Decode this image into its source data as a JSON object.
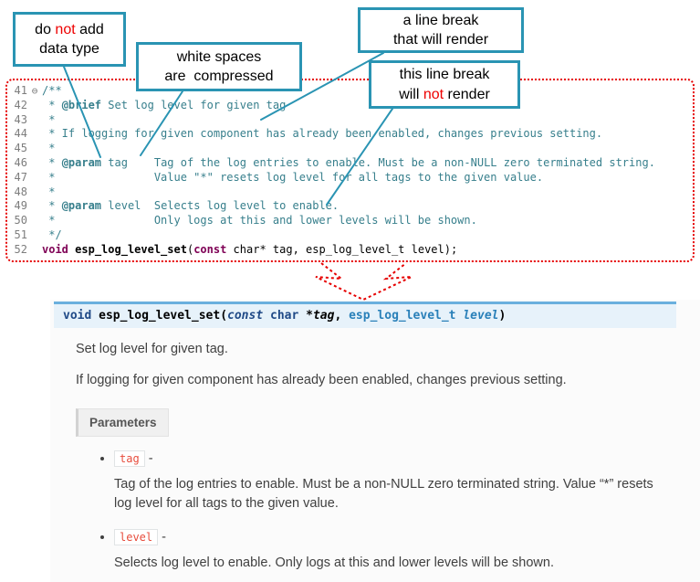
{
  "colors": {
    "callout_border": "#2a94b3",
    "annotation_red": "#e60000",
    "comment_teal": "#377f8c",
    "keyword_color": "#7f0055",
    "signature_background": "#e7f2fa",
    "signature_border": "#6ab0de",
    "parameter_code_red": "#e74c3c"
  },
  "callouts": {
    "no_datatype": {
      "pre": "do ",
      "red": "not",
      "post": " add\ndata type"
    },
    "whitespace": {
      "text": "white spaces\nare  compressed"
    },
    "break_render": {
      "text": "a line break\nthat will render"
    },
    "break_norender": {
      "pre": "this line break\nwill ",
      "red": "not",
      "post": " render"
    }
  },
  "editor": {
    "lines": [
      {
        "num": "41",
        "fold": "⊖",
        "segs": [
          {
            "c": "cmt",
            "t": "/**"
          }
        ]
      },
      {
        "num": "42",
        "fold": "",
        "segs": [
          {
            "c": "cmt",
            "t": " * "
          },
          {
            "c": "tag",
            "t": "@brief"
          },
          {
            "c": "cmt",
            "t": " Set log level for given tag"
          }
        ]
      },
      {
        "num": "43",
        "fold": "",
        "segs": [
          {
            "c": "cmt",
            "t": " *"
          }
        ]
      },
      {
        "num": "44",
        "fold": "",
        "segs": [
          {
            "c": "cmt",
            "t": " * If logging for given component has already been enabled, changes previous setting."
          }
        ]
      },
      {
        "num": "45",
        "fold": "",
        "segs": [
          {
            "c": "cmt",
            "t": " *"
          }
        ]
      },
      {
        "num": "46",
        "fold": "",
        "segs": [
          {
            "c": "cmt",
            "t": " * "
          },
          {
            "c": "tag",
            "t": "@param"
          },
          {
            "c": "cmt",
            "t": " tag    Tag of the log entries to enable. Must be a non-NULL zero terminated string."
          }
        ]
      },
      {
        "num": "47",
        "fold": "",
        "segs": [
          {
            "c": "cmt",
            "t": " *               Value \"*\" resets log level for all tags to the given value."
          }
        ]
      },
      {
        "num": "48",
        "fold": "",
        "segs": [
          {
            "c": "cmt",
            "t": " *"
          }
        ]
      },
      {
        "num": "49",
        "fold": "",
        "segs": [
          {
            "c": "cmt",
            "t": " * "
          },
          {
            "c": "tag",
            "t": "@param"
          },
          {
            "c": "cmt",
            "t": " level  Selects log level to enable."
          }
        ]
      },
      {
        "num": "50",
        "fold": "",
        "segs": [
          {
            "c": "cmt",
            "t": " *               Only logs at this and lower levels will be shown."
          }
        ]
      },
      {
        "num": "51",
        "fold": "",
        "segs": [
          {
            "c": "cmt",
            "t": " */"
          }
        ]
      },
      {
        "num": "52",
        "fold": "",
        "segs": [
          {
            "c": "kw",
            "t": "void"
          },
          {
            "c": "pl",
            "t": " "
          },
          {
            "c": "fn",
            "t": "esp_log_level_set"
          },
          {
            "c": "pl",
            "t": "("
          },
          {
            "c": "kw",
            "t": "const"
          },
          {
            "c": "pl",
            "t": " char* tag, esp_log_level_t level);"
          }
        ]
      }
    ]
  },
  "docs": {
    "signature": [
      {
        "c": "sk",
        "t": "void"
      },
      {
        "c": "sp0",
        "t": " "
      },
      {
        "c": "sn",
        "t": "esp_log_level_set"
      },
      {
        "c": "sp0",
        "t": "("
      },
      {
        "c": "ski",
        "t": "const"
      },
      {
        "c": "sp0",
        "t": " "
      },
      {
        "c": "sk",
        "t": "char"
      },
      {
        "c": "sp0",
        "t": " *"
      },
      {
        "c": "si",
        "t": "tag"
      },
      {
        "c": "sp0",
        "t": ", "
      },
      {
        "c": "st",
        "t": "esp_log_level_t"
      },
      {
        "c": "sp0",
        "t": " "
      },
      {
        "c": "sti",
        "t": "level"
      },
      {
        "c": "sp0",
        "t": ")"
      }
    ],
    "brief": "Set log level for given tag.",
    "description": "If logging for given component has already been enabled, changes previous setting.",
    "parameters_label": "Parameters",
    "parameters": [
      {
        "name": "tag",
        "dash": "-",
        "desc": "Tag of the log entries to enable. Must be a non-NULL zero terminated string. Value “*” resets log level for all tags to the given value."
      },
      {
        "name": "level",
        "dash": "-",
        "desc": "Selects log level to enable. Only logs at this and lower levels will be shown."
      }
    ]
  }
}
